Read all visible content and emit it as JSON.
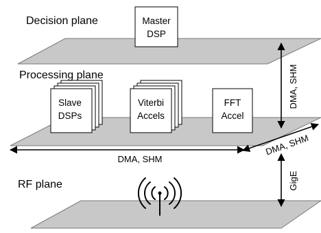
{
  "planes": {
    "decision": "Decision plane",
    "processing": "Processing plane",
    "rf": "RF plane"
  },
  "components": {
    "master_dsp": [
      "Master",
      "DSP"
    ],
    "slave_dsps": [
      "Slave",
      "DSPs"
    ],
    "viterbi": [
      "Viterbi",
      "Accels"
    ],
    "fft": [
      "FFT",
      "Accel"
    ]
  },
  "links": {
    "decision_processing": "DMA, SHM",
    "processing_horizontal": "DMA, SHM",
    "processing_diagonal": "DMA, SHM",
    "processing_rf": "GigE"
  },
  "icons": {
    "rf_antenna": "antenna-icon"
  },
  "colors": {
    "plane_fill": "#c8c8c8",
    "plane_stroke": "#7a7a7a",
    "line": "#000000"
  }
}
